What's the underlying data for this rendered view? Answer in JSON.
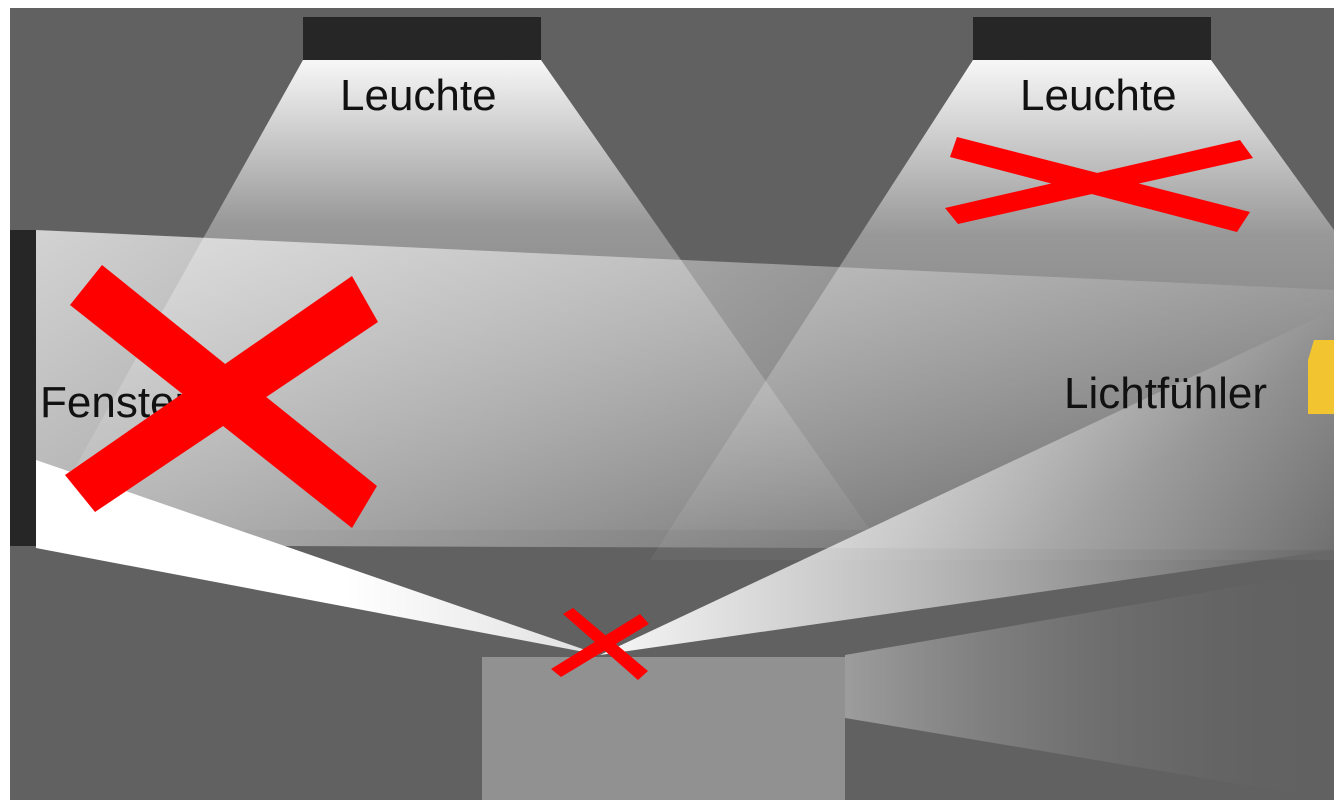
{
  "labels": {
    "lamp_left": "Leuchte",
    "lamp_right": "Leuchte",
    "window": "Fenster",
    "sensor": "Lichtfühler"
  },
  "colors": {
    "room": "#616161",
    "lamp_housing": "#262626",
    "window_frame": "#262626",
    "desk": "#919191",
    "sensor": "#f2c530",
    "cross": "#ff0000",
    "daylight": "#ffffff"
  },
  "icons": {
    "sensor": "light-sensor-icon",
    "crosses": [
      "cross-icon-window",
      "cross-icon-lamp-right",
      "cross-icon-desk"
    ]
  }
}
